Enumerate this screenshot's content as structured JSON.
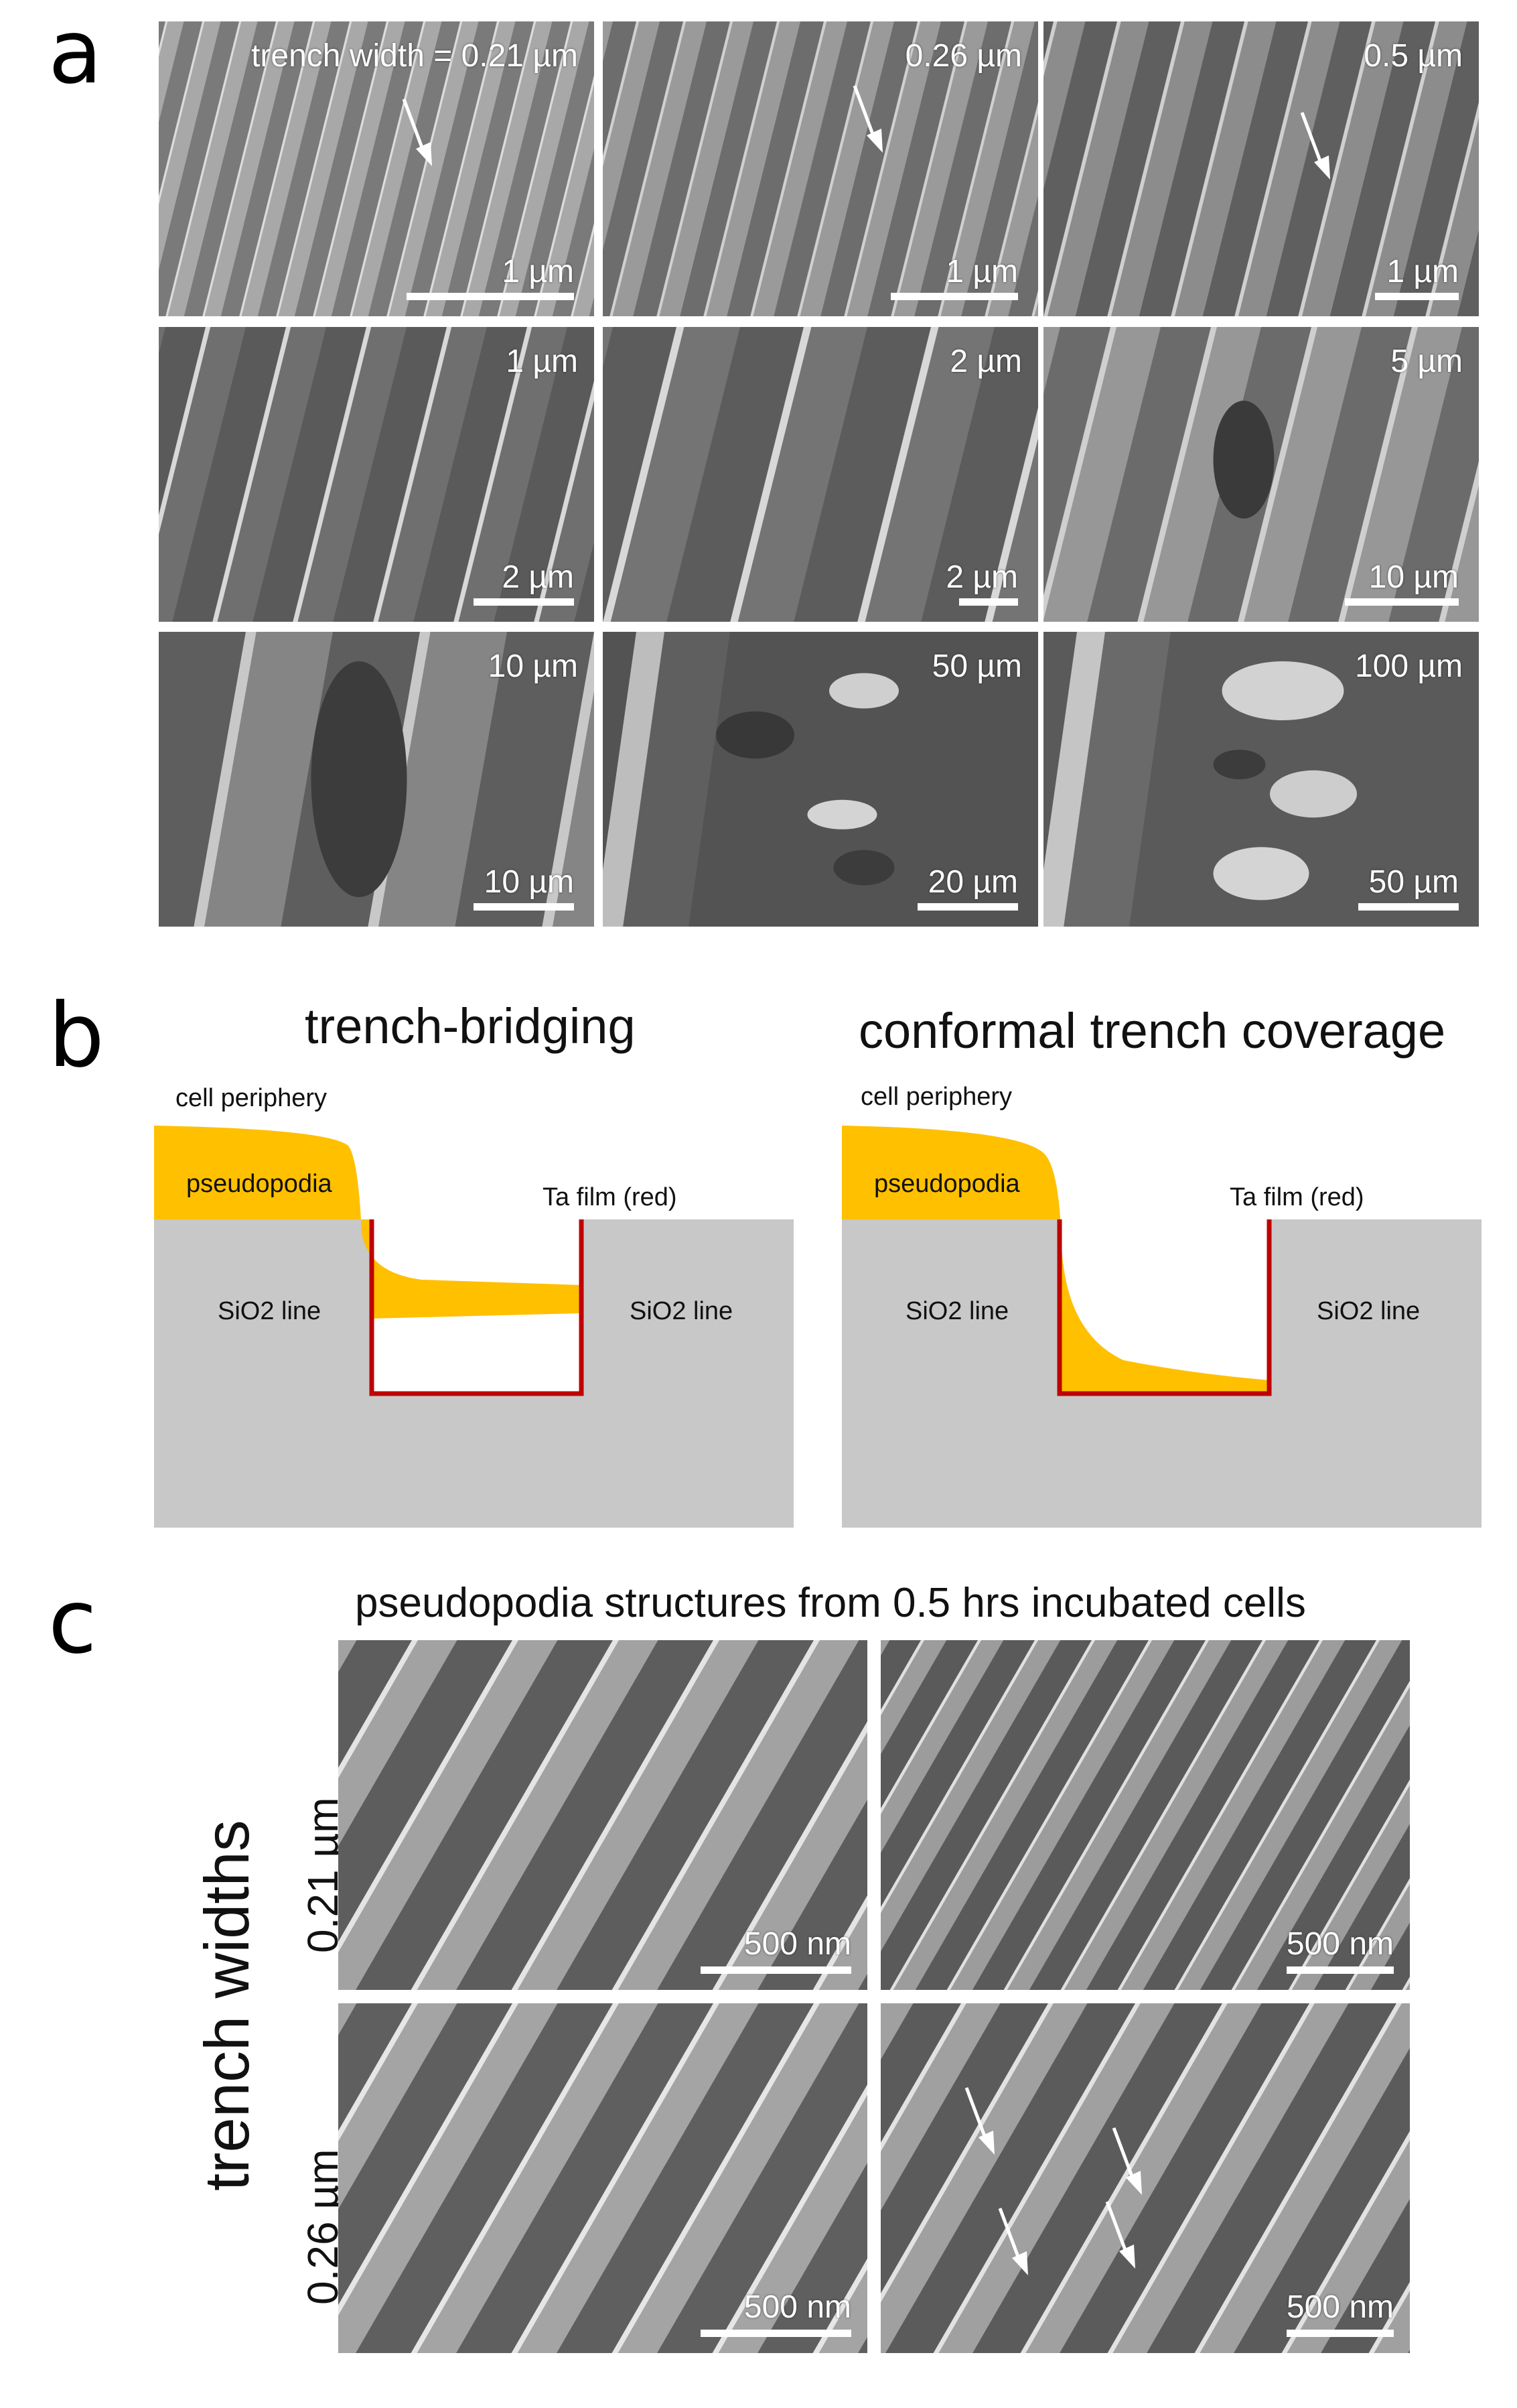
{
  "panels": {
    "a": "a",
    "b": "b",
    "c": "c"
  },
  "panel_a": {
    "images": [
      {
        "top_label": "trench width = 0.21 µm",
        "scale_label": "1 µm"
      },
      {
        "top_label": "0.26 µm",
        "scale_label": "1 µm"
      },
      {
        "top_label": "0.5 µm",
        "scale_label": "1 µm"
      },
      {
        "top_label": "1 µm",
        "scale_label": "2 µm"
      },
      {
        "top_label": "2 µm",
        "scale_label": "2 µm"
      },
      {
        "top_label": "5 µm",
        "scale_label": "10 µm"
      },
      {
        "top_label": "10 µm",
        "scale_label": "10 µm"
      },
      {
        "top_label": "50 µm",
        "scale_label": "20 µm"
      },
      {
        "top_label": "100 µm",
        "scale_label": "50 µm"
      }
    ]
  },
  "panel_b": {
    "left": {
      "title": "trench-bridging",
      "cell_periphery": "cell periphery",
      "pseudopodia": "pseudopodia",
      "ta_film": "Ta film (red)",
      "sio2_left": "SiO2 line",
      "sio2_right": "SiO2 line"
    },
    "right": {
      "title": "conformal trench coverage",
      "cell_periphery": "cell periphery",
      "pseudopodia": "pseudopodia",
      "ta_film": "Ta film (red)",
      "sio2_left": "SiO2 line",
      "sio2_right": "SiO2 line"
    },
    "colors": {
      "pseudopodia": "#FFC000",
      "substrate": "#C8C8C8",
      "ta_film": "#C00000"
    }
  },
  "panel_c": {
    "title": "pseudopodia structures from 0.5 hrs incubated cells",
    "axis_label": "trench widths",
    "row_labels": [
      "0.21 µm",
      "0.26 µm"
    ],
    "scale_label": "500 nm"
  }
}
